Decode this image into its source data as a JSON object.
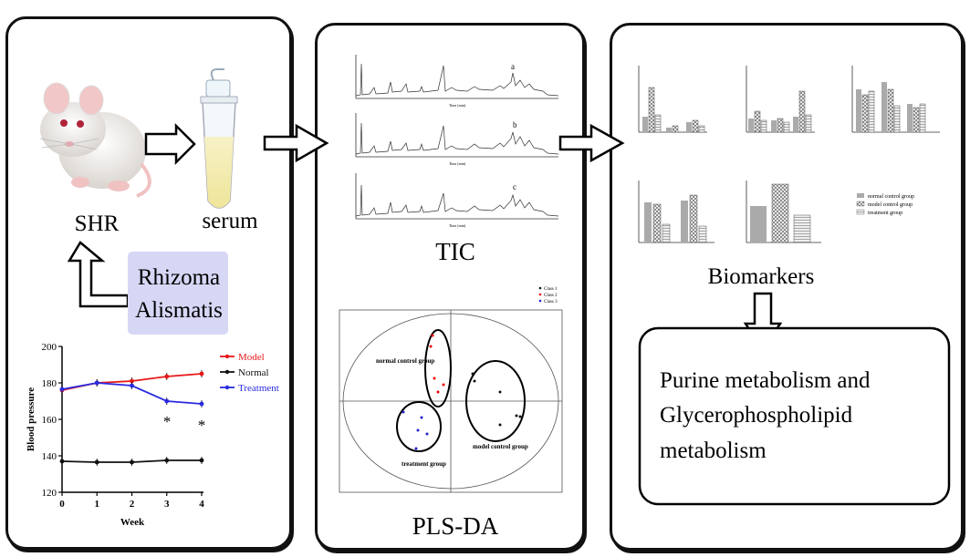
{
  "panel1": {
    "rat_label": "SHR",
    "serum_label": "serum",
    "treatment_box": {
      "line1": "Rhizoma",
      "line2": "Alismatis",
      "color": "#d6d6f5"
    },
    "bp_chart": {
      "ylabel": "Blood pressure",
      "xlabel": "Week",
      "yticks": [
        "120",
        "140",
        "160",
        "180",
        "200"
      ],
      "xticks": [
        "0",
        "1",
        "2",
        "3",
        "4"
      ],
      "significance_marks": [
        "*",
        "*"
      ]
    }
  },
  "panel2": {
    "tic_label": "TIC",
    "plsda_label": "PLS-DA",
    "tic_traces": [
      {
        "letter": "a",
        "axis_label": "Time (min)"
      },
      {
        "letter": "b",
        "axis_label": "Time (min)"
      },
      {
        "letter": "c",
        "axis_label": "Time (min)"
      }
    ],
    "plsda": {
      "group_labels": [
        "normal control group",
        "model control group",
        "treatment group"
      ],
      "legend": [
        "Class 1",
        "Class 2",
        "Class 3"
      ]
    }
  },
  "panel3": {
    "biomarkers_label": "Biomarkers",
    "pathway_line1": "Purine metabolism and",
    "pathway_line2": "Glycerophospholipid",
    "pathway_line3": "metabolism",
    "legend": [
      "normal control group",
      "model control group",
      "treatment group"
    ]
  },
  "chart_data": {
    "type": "line",
    "xlabel": "Week",
    "ylabel": "Blood pressure",
    "x": [
      0,
      1,
      2,
      3,
      4
    ],
    "ylim": [
      120,
      200
    ],
    "xlim": [
      0,
      4
    ],
    "legend_position": "top-right",
    "series": [
      {
        "name": "Model",
        "color": "#e8191b",
        "values": [
          176,
          180,
          181,
          183.5,
          185
        ]
      },
      {
        "name": "Normal",
        "color": "#111111",
        "values": [
          137,
          136.5,
          136.5,
          137.5,
          137.5
        ]
      },
      {
        "name": "Treatment",
        "color": "#2b2bdf",
        "values": [
          176.5,
          180,
          178.5,
          170,
          168.5
        ]
      }
    ]
  }
}
